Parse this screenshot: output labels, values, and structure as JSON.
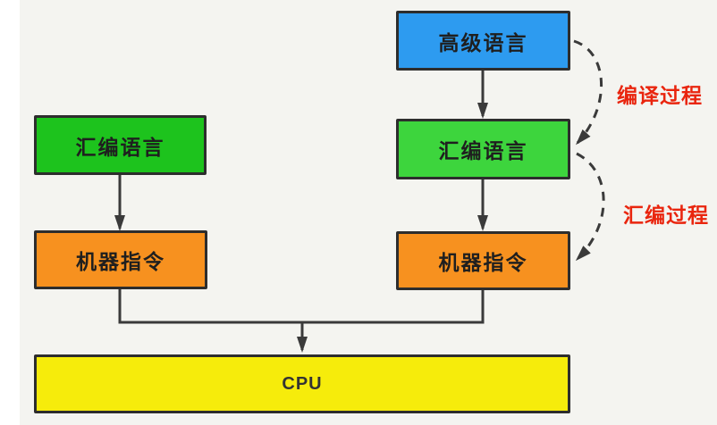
{
  "diagram": {
    "background": "#f4f4f0",
    "line_color": "#3a3a3a",
    "nodes": {
      "high_level": {
        "label": "高级语言",
        "color": "#2d9bf0"
      },
      "assembly_left": {
        "label": "汇编语言",
        "color": "#1dc31d"
      },
      "assembly_right": {
        "label": "汇编语言",
        "color": "#3dd53d"
      },
      "machine_left": {
        "label": "机器指令",
        "color": "#f7911f"
      },
      "machine_right": {
        "label": "机器指令",
        "color": "#f7911f"
      },
      "cpu": {
        "label": "CPU",
        "color": "#f6ec0b"
      }
    },
    "annotations": {
      "compile_process": {
        "label": "编译过程",
        "color": "#e9250e"
      },
      "assemble_process": {
        "label": "汇编过程",
        "color": "#e9250e"
      }
    }
  }
}
